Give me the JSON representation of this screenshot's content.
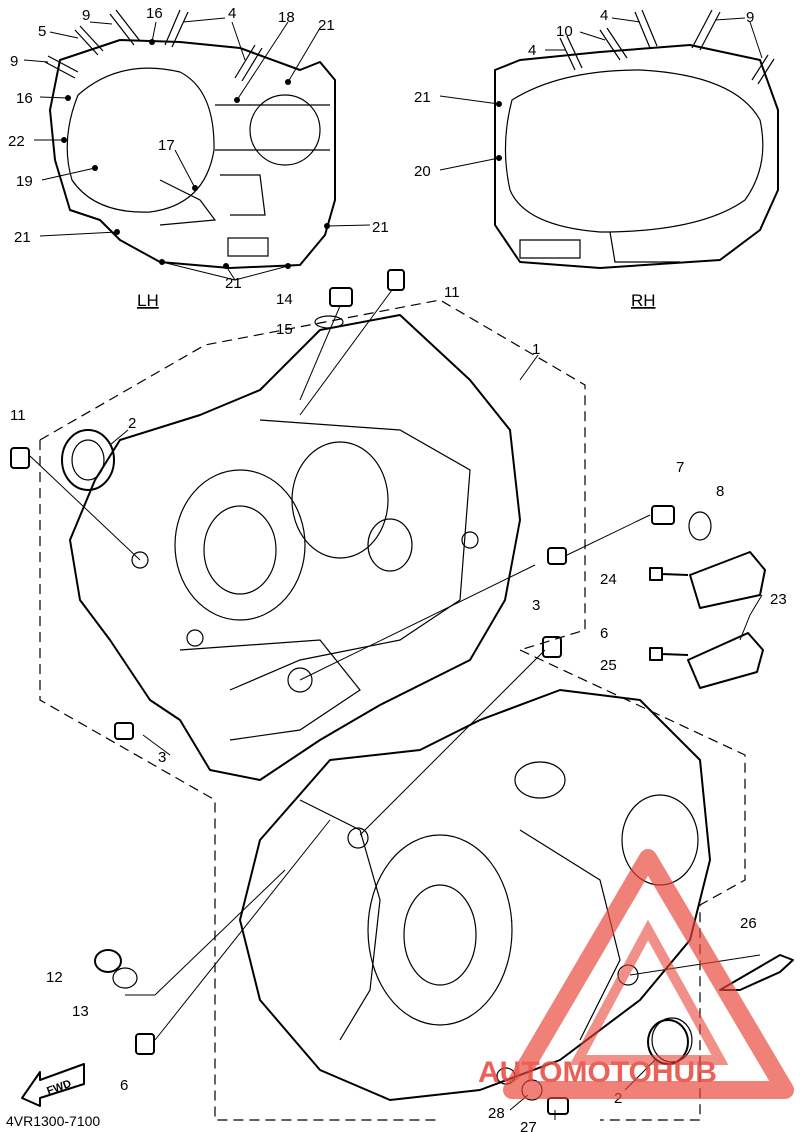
{
  "diagram_code": "4VR1300-7100",
  "sides": {
    "left": "LH",
    "right": "RH"
  },
  "fwd_label": "FWD",
  "watermark": {
    "brand": "AUTOMOTOHUB",
    "color": "#e8463a",
    "accent": "#f2c14e"
  },
  "callouts": {
    "c1": "1",
    "c2a": "2",
    "c2b": "2",
    "c3a": "3",
    "c3b": "3",
    "c4a": "4",
    "c4b": "4",
    "c4c": "4",
    "c5": "5",
    "c6a": "6",
    "c6b": "6",
    "c7": "7",
    "c8": "8",
    "c9a": "9",
    "c9b": "9",
    "c9c": "9",
    "c10": "10",
    "c11a": "11",
    "c11b": "11",
    "c12": "12",
    "c13": "13",
    "c14": "14",
    "c15": "15",
    "c16a": "16",
    "c16b": "16",
    "c17": "17",
    "c18": "18",
    "c19": "19",
    "c20": "20",
    "c21a": "21",
    "c21b": "21",
    "c21c": "21",
    "c21d": "21",
    "c21e": "21",
    "c22": "22",
    "c23": "23",
    "c24": "24",
    "c25": "25",
    "c26": "26",
    "c27": "27",
    "c28": "28"
  }
}
